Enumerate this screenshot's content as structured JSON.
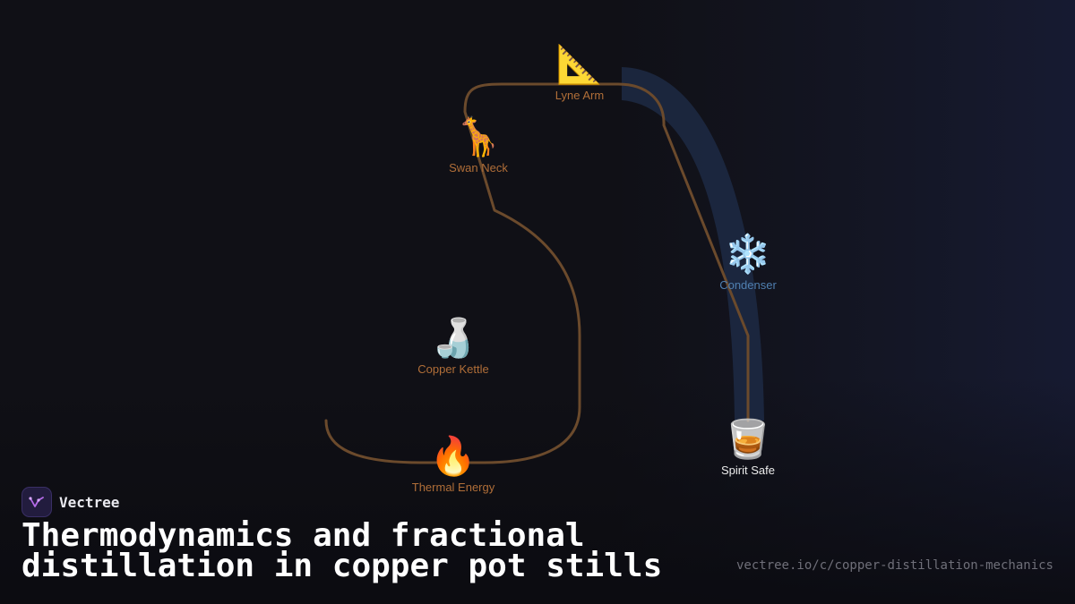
{
  "nodes": {
    "lyne_arm": {
      "icon": "triangular-ruler",
      "emoji": "📐",
      "label": "Lyne Arm"
    },
    "swan_neck": {
      "icon": "giraffe",
      "emoji": "🦒",
      "label": "Swan Neck"
    },
    "condenser": {
      "icon": "snowflake",
      "emoji": "❄️",
      "label": "Condenser"
    },
    "copper_kettle": {
      "icon": "sake-bottle",
      "emoji": "🍶",
      "label": "Copper Kettle"
    },
    "spirit_safe": {
      "icon": "tumbler-glass",
      "emoji": "🥃",
      "label": "Spirit Safe"
    },
    "thermal_energy": {
      "icon": "fire",
      "emoji": "🔥",
      "label": "Thermal Energy"
    }
  },
  "brand": {
    "name": "Vectree",
    "icon": "vectree-logo"
  },
  "title": "Thermodynamics and fractional distillation in copper pot stills",
  "url": "vectree.io/c/copper-distillation-mechanics",
  "colors": {
    "background": "#101016",
    "pipe": "#6b4a2c",
    "cool_stream": "#1c2840",
    "label_warm": "#b06e38",
    "label_cool": "#4f7fb0",
    "label_final": "#ececec"
  }
}
